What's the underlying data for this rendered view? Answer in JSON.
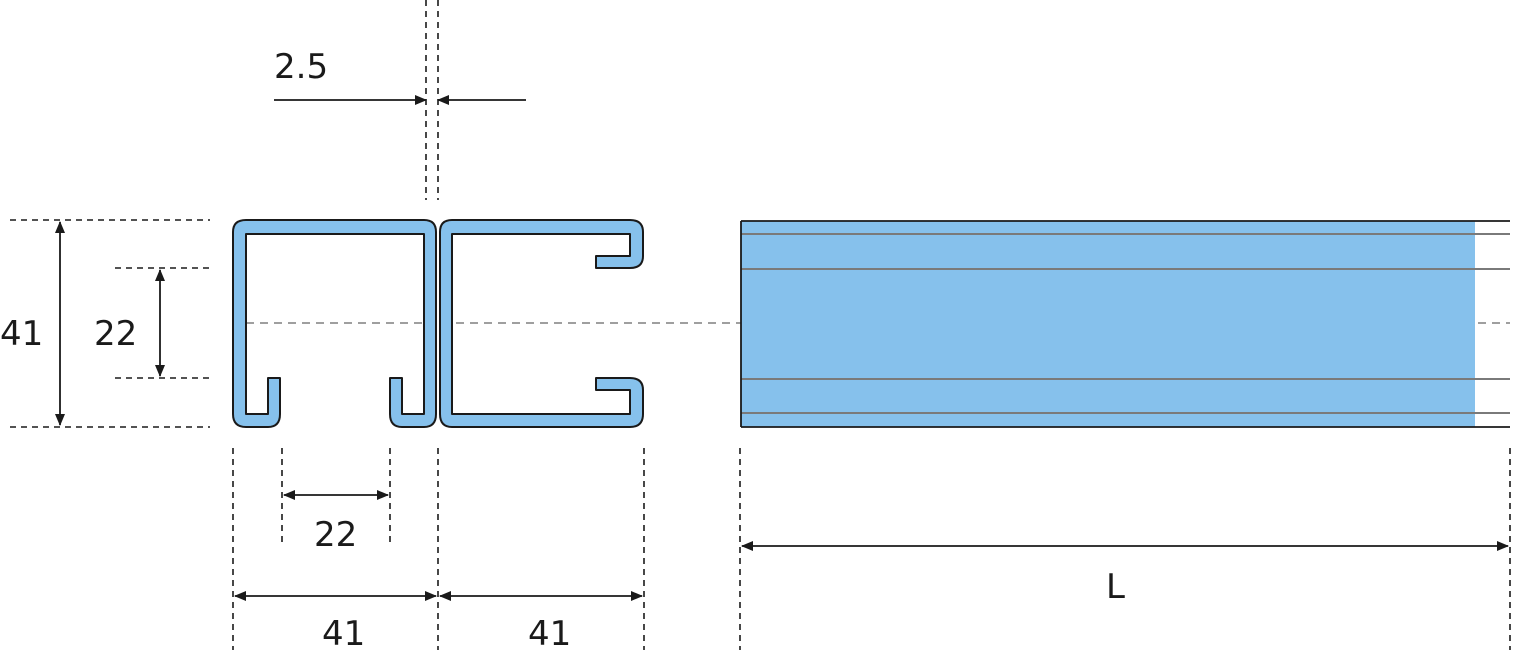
{
  "diagram": {
    "labels": {
      "thickness": "2.5",
      "overall_height": "41",
      "slot_height": "22",
      "slot_opening": "22",
      "width_left": "41",
      "width_right": "41",
      "length": "L"
    },
    "colors": {
      "profile_fill": "#86C1EC",
      "line": "#1a1a1a",
      "groove": "#7a7a7a"
    }
  }
}
